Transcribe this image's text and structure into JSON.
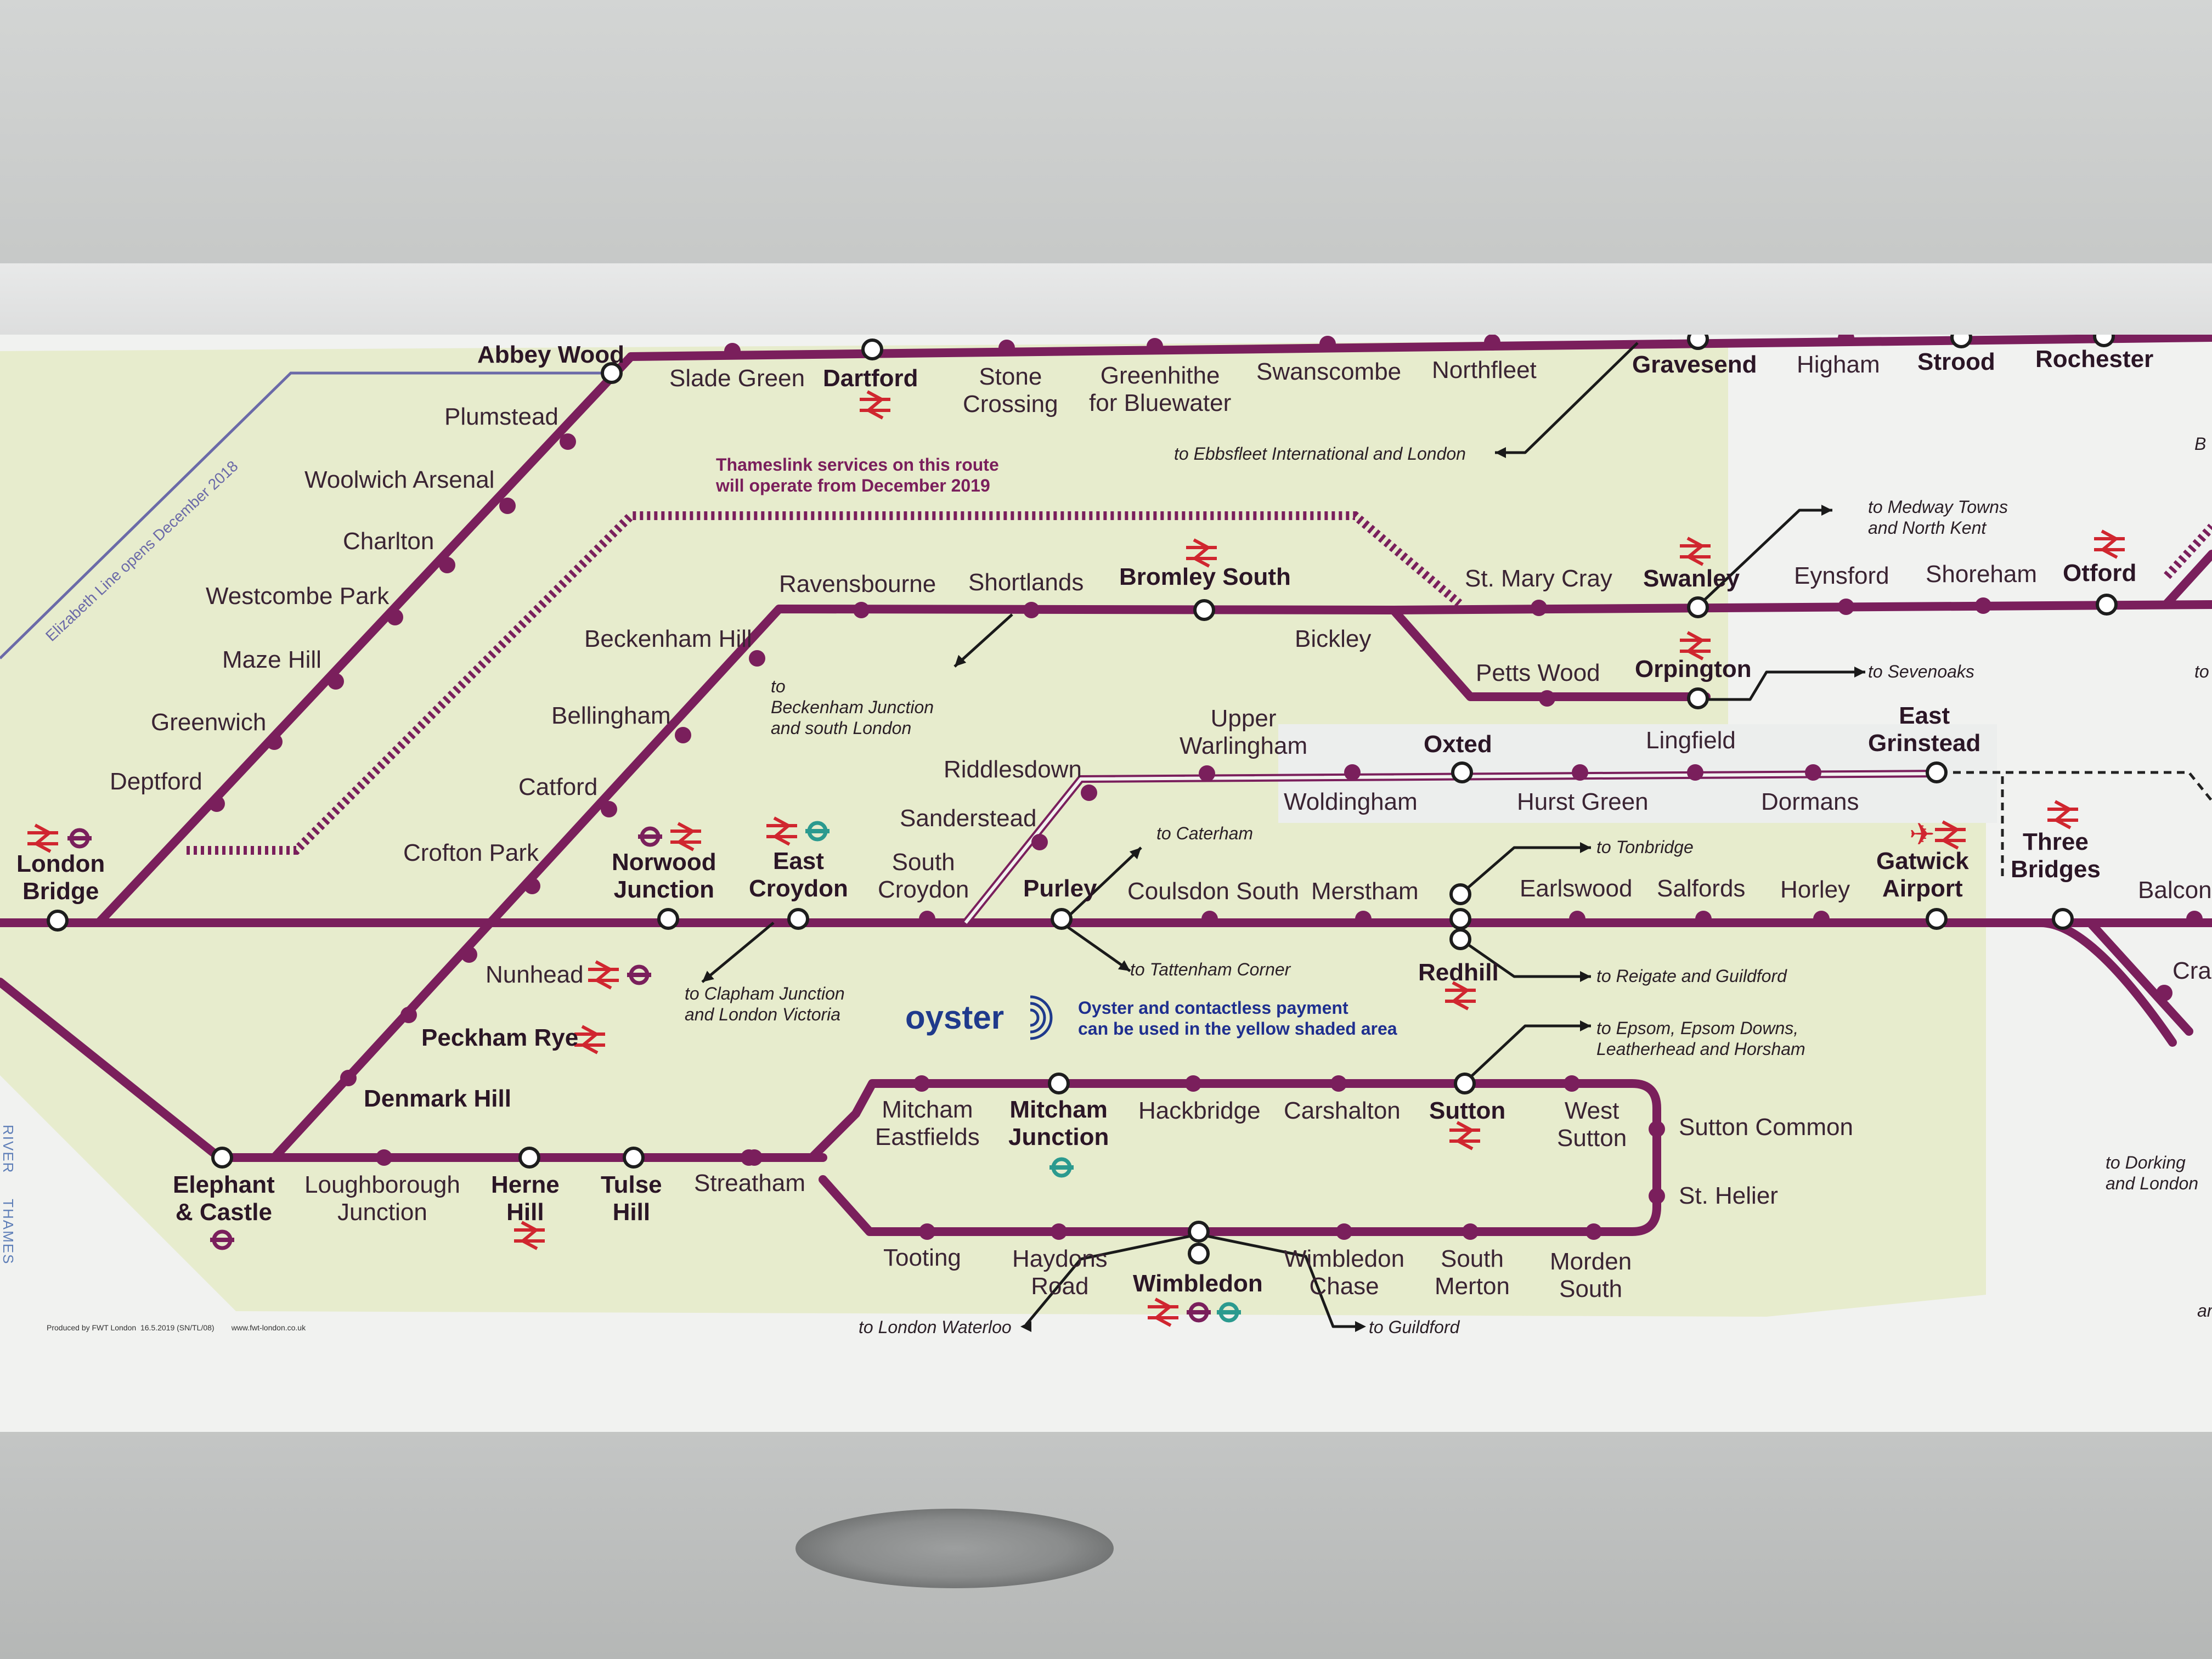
{
  "colors": {
    "route": "#7a1f5c",
    "yellow_zone": "#e7eccd",
    "station_fill": "#ffffff",
    "interchange_fill": "#ffffff",
    "national_rail": "#d0262f",
    "underground": "#7a1f5c",
    "dlr": "#2b9a8f",
    "elizabeth_line": "#6b6aa8"
  },
  "icons": {
    "national_rail": "national-rail-icon",
    "underground": "underground-roundel-icon",
    "airport": "airport-plane-icon",
    "oyster": "oyster-contactless-icon"
  },
  "stations": [
    {
      "id": "abbey-wood",
      "label": "Abbey Wood"
    },
    {
      "id": "plumstead",
      "label": "Plumstead"
    },
    {
      "id": "woolwich-arsenal",
      "label": "Woolwich Arsenal"
    },
    {
      "id": "charlton",
      "label": "Charlton"
    },
    {
      "id": "westcombe-park",
      "label": "Westcombe Park"
    },
    {
      "id": "maze-hill",
      "label": "Maze Hill"
    },
    {
      "id": "greenwich",
      "label": "Greenwich"
    },
    {
      "id": "deptford",
      "label": "Deptford"
    },
    {
      "id": "london-bridge",
      "label": "London\nBridge"
    },
    {
      "id": "slade-green",
      "label": "Slade Green"
    },
    {
      "id": "dartford",
      "label": "Dartford"
    },
    {
      "id": "stone-crossing",
      "label": "Stone\nCrossing"
    },
    {
      "id": "greenhithe",
      "label": "Greenhithe\nfor Bluewater"
    },
    {
      "id": "swanscombe",
      "label": "Swanscombe"
    },
    {
      "id": "northfleet",
      "label": "Northfleet"
    },
    {
      "id": "gravesend",
      "label": "Gravesend"
    },
    {
      "id": "higham",
      "label": "Higham"
    },
    {
      "id": "strood",
      "label": "Strood"
    },
    {
      "id": "rochester",
      "label": "Rochester"
    },
    {
      "id": "ravensbourne",
      "label": "Ravensbourne"
    },
    {
      "id": "shortlands",
      "label": "Shortlands"
    },
    {
      "id": "bromley-south",
      "label": "Bromley South"
    },
    {
      "id": "st-mary-cray",
      "label": "St. Mary Cray"
    },
    {
      "id": "swanley",
      "label": "Swanley"
    },
    {
      "id": "eynsford",
      "label": "Eynsford"
    },
    {
      "id": "shoreham",
      "label": "Shoreham"
    },
    {
      "id": "otford",
      "label": "Otford"
    },
    {
      "id": "beckenham-hill",
      "label": "Beckenham Hill"
    },
    {
      "id": "bellingham",
      "label": "Bellingham"
    },
    {
      "id": "catford",
      "label": "Catford"
    },
    {
      "id": "crofton-park",
      "label": "Crofton Park"
    },
    {
      "id": "bickley",
      "label": "Bickley"
    },
    {
      "id": "petts-wood",
      "label": "Petts Wood"
    },
    {
      "id": "orpington",
      "label": "Orpington"
    },
    {
      "id": "norwood-junction",
      "label": "Norwood\nJunction"
    },
    {
      "id": "east-croydon",
      "label": "East\nCroydon"
    },
    {
      "id": "south-croydon",
      "label": "South\nCroydon"
    },
    {
      "id": "sanderstead",
      "label": "Sanderstead"
    },
    {
      "id": "riddlesdown",
      "label": "Riddlesdown"
    },
    {
      "id": "upper-warlingham",
      "label": "Upper\nWarlingham"
    },
    {
      "id": "woldingham",
      "label": "Woldingham"
    },
    {
      "id": "oxted",
      "label": "Oxted"
    },
    {
      "id": "hurst-green",
      "label": "Hurst Green"
    },
    {
      "id": "lingfield",
      "label": "Lingfield"
    },
    {
      "id": "dormans",
      "label": "Dormans"
    },
    {
      "id": "east-grinstead",
      "label": "East\nGrinstead"
    },
    {
      "id": "purley",
      "label": "Purley"
    },
    {
      "id": "coulsdon-south",
      "label": "Coulsdon South"
    },
    {
      "id": "merstham",
      "label": "Merstham"
    },
    {
      "id": "redhill",
      "label": "Redhill"
    },
    {
      "id": "earlswood",
      "label": "Earlswood"
    },
    {
      "id": "salfords",
      "label": "Salfords"
    },
    {
      "id": "horley",
      "label": "Horley"
    },
    {
      "id": "gatwick-airport",
      "label": "Gatwick\nAirport"
    },
    {
      "id": "three-bridges",
      "label": "Three\nBridges"
    },
    {
      "id": "balcombe",
      "label": "Balcon"
    },
    {
      "id": "crawley",
      "label": "Cra"
    },
    {
      "id": "nunhead",
      "label": "Nunhead"
    },
    {
      "id": "peckham-rye",
      "label": "Peckham Rye"
    },
    {
      "id": "denmark-hill",
      "label": "Denmark Hill"
    },
    {
      "id": "elephant-castle",
      "label": "Elephant\n& Castle"
    },
    {
      "id": "loughborough-junction",
      "label": "Loughborough\nJunction"
    },
    {
      "id": "herne-hill",
      "label": "Herne\nHill"
    },
    {
      "id": "tulse-hill",
      "label": "Tulse\nHill"
    },
    {
      "id": "streatham",
      "label": "Streatham"
    },
    {
      "id": "mitcham-eastfields",
      "label": "Mitcham\nEastfields"
    },
    {
      "id": "mitcham-junction",
      "label": "Mitcham\nJunction"
    },
    {
      "id": "hackbridge",
      "label": "Hackbridge"
    },
    {
      "id": "carshalton",
      "label": "Carshalton"
    },
    {
      "id": "sutton",
      "label": "Sutton"
    },
    {
      "id": "west-sutton",
      "label": "West\nSutton"
    },
    {
      "id": "sutton-common",
      "label": "Sutton Common"
    },
    {
      "id": "st-helier",
      "label": "St. Helier"
    },
    {
      "id": "tooting",
      "label": "Tooting"
    },
    {
      "id": "haydons-road",
      "label": "Haydons\nRoad"
    },
    {
      "id": "wimbledon",
      "label": "Wimbledon"
    },
    {
      "id": "wimbledon-chase",
      "label": "Wimbledon\nChase"
    },
    {
      "id": "south-merton",
      "label": "South\nMerton"
    },
    {
      "id": "morden-south",
      "label": "Morden\nSouth"
    }
  ],
  "notes": [
    {
      "id": "to-ebbsfleet",
      "text": "to Ebbsfleet International and London"
    },
    {
      "id": "to-medway",
      "text": "to Medway Towns\nand North Kent"
    },
    {
      "id": "to-beckenham",
      "text": "to\nBeckenham Junction\nand south London"
    },
    {
      "id": "to-sevenoaks",
      "text": "to Sevenoaks"
    },
    {
      "id": "to-caterham",
      "text": "to Caterham"
    },
    {
      "id": "to-tonbridge",
      "text": "to Tonbridge"
    },
    {
      "id": "to-tattenham",
      "text": "to Tattenham Corner"
    },
    {
      "id": "to-reigate",
      "text": "to Reigate and Guildford"
    },
    {
      "id": "to-clapham",
      "text": "to Clapham Junction\nand London Victoria"
    },
    {
      "id": "to-epsom",
      "text": "to Epsom, Epsom Downs,\nLeatherhead and Horsham"
    },
    {
      "id": "to-london-waterloo",
      "text": "to London Waterloo"
    },
    {
      "id": "to-guildford",
      "text": "to Guildford"
    },
    {
      "id": "to-dorking",
      "text": "to Dorking\nand London"
    },
    {
      "id": "edge-b",
      "text": "B"
    },
    {
      "id": "edge-to",
      "text": "to"
    },
    {
      "id": "edge-ar",
      "text": "ar"
    }
  ],
  "annotations": {
    "thameslink": "Thameslink services on this route\nwill operate from December 2019",
    "oyster_brand": "oyster",
    "oyster_notice": "Oyster and contactless payment\ncan be used in the yellow shaded area",
    "elizabeth_line": "Elizabeth Line opens December 2018",
    "river": "RIVER     THAMES",
    "producer": "Produced by FWT London  16.5.2019 (SN/TL/08)        www.fwt-london.co.uk"
  }
}
